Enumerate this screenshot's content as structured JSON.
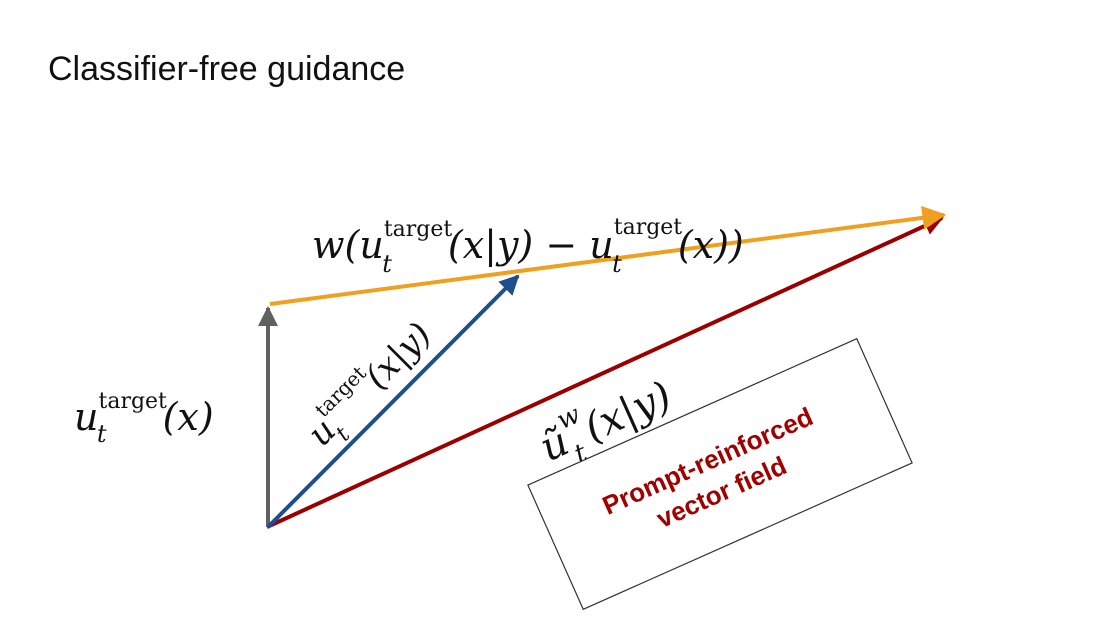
{
  "title": "Classifier-free guidance",
  "labels": {
    "guidance_term": {
      "prefix": "w(u",
      "sup1": "target",
      "sub1": "t",
      "mid": "(x|y) − u",
      "sup2": "target",
      "sub2": "t",
      "suffix": "(x))"
    },
    "uncond": {
      "base": "u",
      "sup": "target",
      "sub": "t",
      "arg": "(x)"
    },
    "cond": {
      "base": "u",
      "sup": "target",
      "sub": "t",
      "arg": "(x|y)"
    },
    "reinforced": {
      "base": "ũ",
      "sup": "w",
      "sub": "t",
      "arg": "(x|y)"
    }
  },
  "callout": {
    "line1": "Prompt-reinforced",
    "line2": "vector field"
  },
  "colors": {
    "uncond_arrow": "#606060",
    "cond_arrow": "#1f4e8c",
    "guidance_arrow": "#f0a020",
    "reinforced_arrow": "#9a0000",
    "callout_text": "#a00000"
  }
}
